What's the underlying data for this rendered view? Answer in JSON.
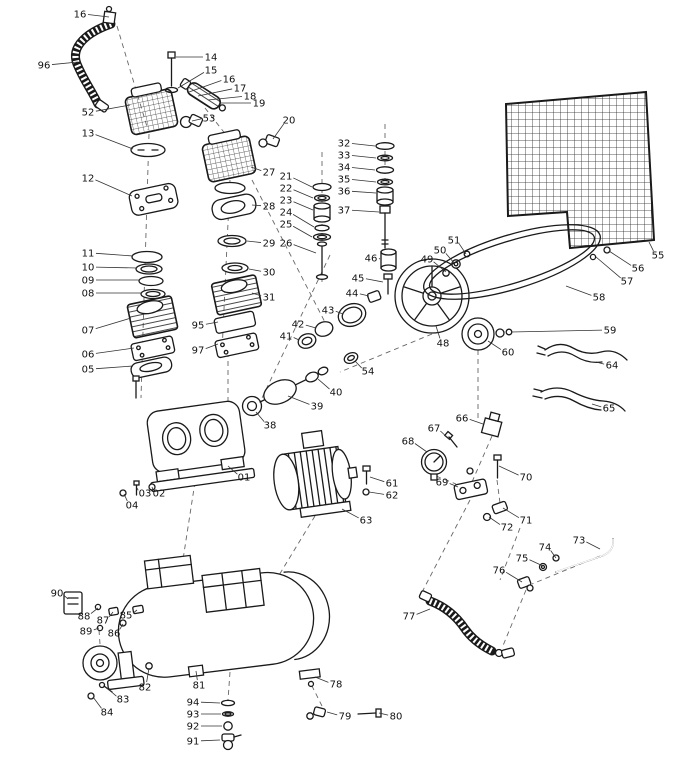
{
  "diagram": {
    "type": "exploded-parts-diagram",
    "subject": "air-compressor",
    "colors": {
      "ink": "#1a1a1a",
      "background": "#ffffff",
      "leader": "#333333"
    },
    "labels": [
      {
        "n": "16",
        "l": [
          80,
          14
        ],
        "t": [
          109,
          17
        ]
      },
      {
        "n": "96",
        "l": [
          44,
          65
        ],
        "t": [
          78,
          62
        ]
      },
      {
        "n": "52",
        "l": [
          88,
          112
        ],
        "t": [
          130,
          105
        ]
      },
      {
        "n": "13",
        "l": [
          88,
          133
        ],
        "t": [
          133,
          149
        ]
      },
      {
        "n": "12",
        "l": [
          88,
          178
        ],
        "t": [
          132,
          196
        ]
      },
      {
        "n": "11",
        "l": [
          88,
          253
        ],
        "t": [
          133,
          256
        ]
      },
      {
        "n": "10",
        "l": [
          88,
          267
        ],
        "t": [
          137,
          268
        ]
      },
      {
        "n": "09",
        "l": [
          88,
          280
        ],
        "t": [
          140,
          280
        ]
      },
      {
        "n": "08",
        "l": [
          88,
          293
        ],
        "t": [
          142,
          293
        ]
      },
      {
        "n": "07",
        "l": [
          88,
          330
        ],
        "t": [
          131,
          318
        ]
      },
      {
        "n": "06",
        "l": [
          88,
          354
        ],
        "t": [
          134,
          348
        ]
      },
      {
        "n": "05",
        "l": [
          88,
          369
        ],
        "t": [
          133,
          366
        ]
      },
      {
        "n": "14",
        "l": [
          211,
          57
        ],
        "t": [
          176,
          57
        ]
      },
      {
        "n": "15",
        "l": [
          211,
          70
        ],
        "t": [
          178,
          88
        ]
      },
      {
        "n": "16",
        "l": [
          229,
          79
        ],
        "t": [
          189,
          92
        ]
      },
      {
        "n": "17",
        "l": [
          240,
          88
        ],
        "t": [
          198,
          96
        ]
      },
      {
        "n": "18",
        "l": [
          250,
          96
        ],
        "t": [
          208,
          100
        ]
      },
      {
        "n": "19",
        "l": [
          259,
          103
        ],
        "t": [
          220,
          103
        ]
      },
      {
        "n": "53",
        "l": [
          209,
          118
        ],
        "t": [
          192,
          121
        ]
      },
      {
        "n": "20",
        "l": [
          289,
          120
        ],
        "t": [
          273,
          139
        ]
      },
      {
        "n": "27",
        "l": [
          269,
          172
        ],
        "t": [
          251,
          167
        ]
      },
      {
        "n": "21",
        "l": [
          286,
          176
        ],
        "t": [
          312,
          187
        ]
      },
      {
        "n": "22",
        "l": [
          286,
          188
        ],
        "t": [
          313,
          198
        ]
      },
      {
        "n": "23",
        "l": [
          286,
          200
        ],
        "t": [
          313,
          210
        ]
      },
      {
        "n": "24",
        "l": [
          286,
          212
        ],
        "t": [
          314,
          227
        ]
      },
      {
        "n": "25",
        "l": [
          286,
          224
        ],
        "t": [
          312,
          237
        ]
      },
      {
        "n": "26",
        "l": [
          286,
          243
        ],
        "t": [
          316,
          253
        ]
      },
      {
        "n": "28",
        "l": [
          269,
          206
        ],
        "t": [
          252,
          205
        ]
      },
      {
        "n": "29",
        "l": [
          269,
          243
        ],
        "t": [
          247,
          241
        ]
      },
      {
        "n": "30",
        "l": [
          269,
          272
        ],
        "t": [
          249,
          269
        ]
      },
      {
        "n": "31",
        "l": [
          269,
          297
        ],
        "t": [
          252,
          293
        ]
      },
      {
        "n": "95",
        "l": [
          198,
          325
        ],
        "t": [
          218,
          322
        ]
      },
      {
        "n": "97",
        "l": [
          198,
          350
        ],
        "t": [
          218,
          344
        ]
      },
      {
        "n": "32",
        "l": [
          344,
          143
        ],
        "t": [
          375,
          146
        ]
      },
      {
        "n": "33",
        "l": [
          344,
          155
        ],
        "t": [
          376,
          158
        ]
      },
      {
        "n": "34",
        "l": [
          344,
          167
        ],
        "t": [
          375,
          170
        ]
      },
      {
        "n": "35",
        "l": [
          344,
          179
        ],
        "t": [
          376,
          182
        ]
      },
      {
        "n": "36",
        "l": [
          344,
          191
        ],
        "t": [
          376,
          193
        ]
      },
      {
        "n": "37",
        "l": [
          344,
          210
        ],
        "t": [
          379,
          212
        ]
      },
      {
        "n": "46",
        "l": [
          371,
          258
        ],
        "t": [
          380,
          259
        ]
      },
      {
        "n": "45",
        "l": [
          358,
          278
        ],
        "t": [
          383,
          282
        ]
      },
      {
        "n": "44",
        "l": [
          352,
          293
        ],
        "t": [
          369,
          296
        ]
      },
      {
        "n": "43",
        "l": [
          328,
          310
        ],
        "t": [
          343,
          314
        ]
      },
      {
        "n": "42",
        "l": [
          298,
          324
        ],
        "t": [
          316,
          328
        ]
      },
      {
        "n": "41",
        "l": [
          286,
          336
        ],
        "t": [
          299,
          340
        ]
      },
      {
        "n": "48",
        "l": [
          443,
          343
        ],
        "t": [
          436,
          326
        ]
      },
      {
        "n": "49",
        "l": [
          427,
          259
        ],
        "t": [
          446,
          272
        ]
      },
      {
        "n": "50",
        "l": [
          440,
          250
        ],
        "t": [
          455,
          264
        ]
      },
      {
        "n": "51",
        "l": [
          454,
          240
        ],
        "t": [
          466,
          254
        ]
      },
      {
        "n": "54",
        "l": [
          368,
          371
        ],
        "t": [
          355,
          361
        ]
      },
      {
        "n": "55",
        "l": [
          658,
          255
        ],
        "t": [
          649,
          242
        ]
      },
      {
        "n": "56",
        "l": [
          638,
          268
        ],
        "t": [
          609,
          251
        ]
      },
      {
        "n": "57",
        "l": [
          627,
          281
        ],
        "t": [
          596,
          257
        ]
      },
      {
        "n": "58",
        "l": [
          599,
          297
        ],
        "t": [
          566,
          286
        ]
      },
      {
        "n": "59",
        "l": [
          610,
          330
        ],
        "t": [
          511,
          332
        ]
      },
      {
        "n": "60",
        "l": [
          508,
          352
        ],
        "t": [
          488,
          341
        ]
      },
      {
        "n": "64",
        "l": [
          612,
          365
        ],
        "t": [
          596,
          362
        ]
      },
      {
        "n": "65",
        "l": [
          609,
          408
        ],
        "t": [
          592,
          404
        ]
      },
      {
        "n": "40",
        "l": [
          336,
          392
        ],
        "t": [
          318,
          379
        ]
      },
      {
        "n": "39",
        "l": [
          317,
          406
        ],
        "t": [
          288,
          396
        ]
      },
      {
        "n": "38",
        "l": [
          270,
          425
        ],
        "t": [
          256,
          412
        ]
      },
      {
        "n": "66",
        "l": [
          462,
          418
        ],
        "t": [
          483,
          424
        ]
      },
      {
        "n": "67",
        "l": [
          434,
          428
        ],
        "t": [
          450,
          440
        ]
      },
      {
        "n": "68",
        "l": [
          408,
          441
        ],
        "t": [
          427,
          452
        ]
      },
      {
        "n": "69",
        "l": [
          442,
          482
        ],
        "t": [
          458,
          487
        ]
      },
      {
        "n": "70",
        "l": [
          526,
          477
        ],
        "t": [
          499,
          466
        ]
      },
      {
        "n": "71",
        "l": [
          526,
          520
        ],
        "t": [
          503,
          508
        ]
      },
      {
        "n": "72",
        "l": [
          507,
          527
        ],
        "t": [
          489,
          517
        ]
      },
      {
        "n": "01",
        "l": [
          244,
          477
        ],
        "t": [
          228,
          466
        ]
      },
      {
        "n": "02",
        "l": [
          159,
          493
        ],
        "t": [
          152,
          487
        ]
      },
      {
        "n": "03",
        "l": [
          145,
          493
        ],
        "t": [
          137,
          488
        ]
      },
      {
        "n": "04",
        "l": [
          132,
          505
        ],
        "t": [
          124,
          494
        ]
      },
      {
        "n": "61",
        "l": [
          392,
          483
        ],
        "t": [
          370,
          477
        ]
      },
      {
        "n": "62",
        "l": [
          392,
          495
        ],
        "t": [
          369,
          492
        ]
      },
      {
        "n": "63",
        "l": [
          366,
          520
        ],
        "t": [
          342,
          509
        ]
      },
      {
        "n": "73",
        "l": [
          579,
          540
        ],
        "t": [
          600,
          549
        ]
      },
      {
        "n": "74",
        "l": [
          545,
          547
        ],
        "t": [
          556,
          558
        ]
      },
      {
        "n": "75",
        "l": [
          522,
          558
        ],
        "t": [
          543,
          566
        ]
      },
      {
        "n": "76",
        "l": [
          499,
          570
        ],
        "t": [
          522,
          582
        ]
      },
      {
        "n": "77",
        "l": [
          409,
          616
        ],
        "t": [
          430,
          609
        ]
      },
      {
        "n": "90",
        "l": [
          57,
          593
        ],
        "t": [
          68,
          599
        ]
      },
      {
        "n": "88",
        "l": [
          84,
          616
        ],
        "t": [
          98,
          608
        ]
      },
      {
        "n": "89",
        "l": [
          86,
          631
        ],
        "t": [
          99,
          628
        ]
      },
      {
        "n": "87",
        "l": [
          103,
          620
        ],
        "t": [
          113,
          612
        ]
      },
      {
        "n": "86",
        "l": [
          114,
          633
        ],
        "t": [
          123,
          624
        ]
      },
      {
        "n": "85",
        "l": [
          126,
          615
        ],
        "t": [
          137,
          610
        ]
      },
      {
        "n": "82",
        "l": [
          145,
          687
        ],
        "t": [
          149,
          668
        ]
      },
      {
        "n": "81",
        "l": [
          199,
          685
        ],
        "t": [
          196,
          671
        ]
      },
      {
        "n": "83",
        "l": [
          123,
          699
        ],
        "t": [
          107,
          688
        ]
      },
      {
        "n": "84",
        "l": [
          107,
          712
        ],
        "t": [
          93,
          697
        ]
      },
      {
        "n": "94",
        "l": [
          193,
          702
        ],
        "t": [
          220,
          703
        ]
      },
      {
        "n": "93",
        "l": [
          193,
          714
        ],
        "t": [
          221,
          714
        ]
      },
      {
        "n": "92",
        "l": [
          193,
          726
        ],
        "t": [
          222,
          726
        ]
      },
      {
        "n": "91",
        "l": [
          193,
          741
        ],
        "t": [
          220,
          740
        ]
      },
      {
        "n": "78",
        "l": [
          336,
          684
        ],
        "t": [
          315,
          677
        ]
      },
      {
        "n": "79",
        "l": [
          345,
          716
        ],
        "t": [
          327,
          712
        ]
      },
      {
        "n": "80",
        "l": [
          396,
          716
        ],
        "t": [
          379,
          713
        ]
      }
    ]
  }
}
